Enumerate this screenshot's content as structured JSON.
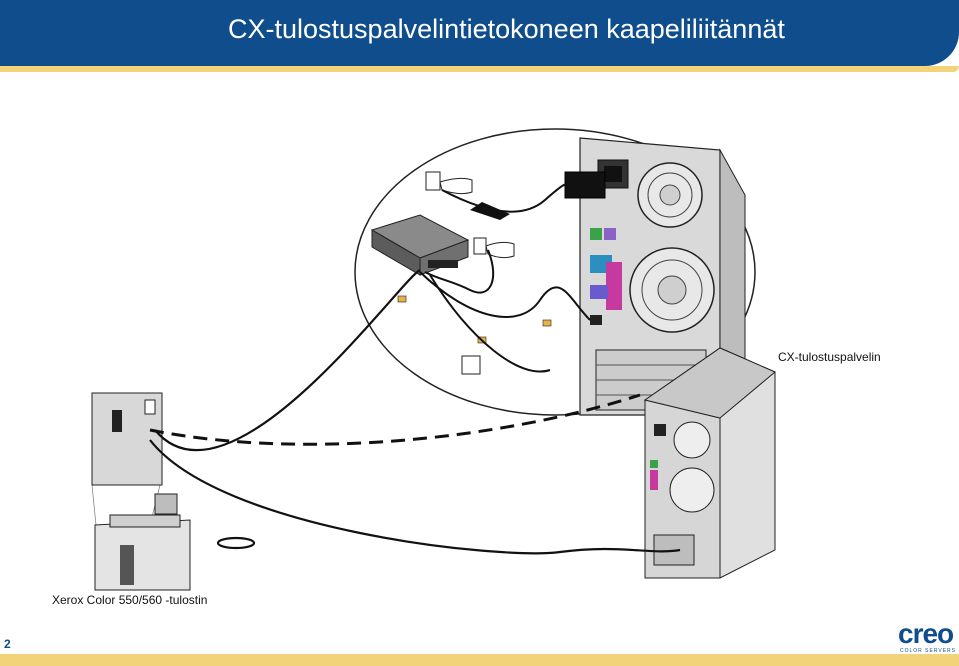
{
  "header": {
    "title": "CX-tulostuspalvelintietokoneen kaapeliliitännät"
  },
  "labels": {
    "server": "CX-tulostuspalvelin",
    "printer": "Xerox Color 550/560 -tulostin"
  },
  "footer": {
    "page_number": "2"
  },
  "logo": {
    "word": "creo",
    "subtitle": "COLOR SERVERS"
  },
  "colors": {
    "header_bg": "#0f4d8c",
    "accent": "#f3d37a"
  }
}
